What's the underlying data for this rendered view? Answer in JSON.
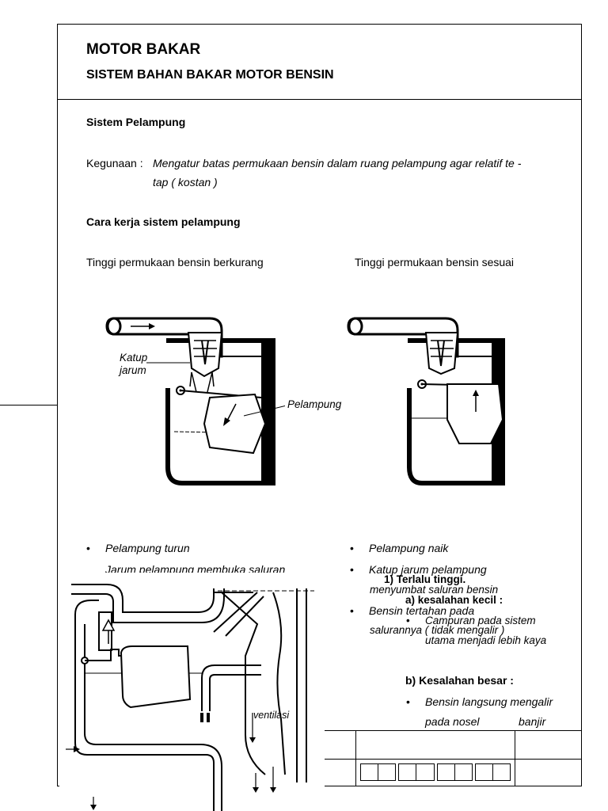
{
  "header": {
    "title": "MOTOR BAKAR",
    "subtitle": "SISTEM BAHAN BAKAR MOTOR BENSIN"
  },
  "section": {
    "heading": "Sistem Pelampung",
    "kegunaan_label": "Kegunaan :",
    "kegunaan_line1": "Mengatur batas permukaan bensin dalam ruang pelampung agar relatif te -",
    "kegunaan_line2": "tap ( kostan )",
    "cara_kerja": "Cara kerja sistem pelampung"
  },
  "left_column": {
    "caption": "Tinggi permukaan bensin berkurang",
    "label_katup_1": "Katup",
    "label_katup_2": "jarum",
    "label_pelampung": "Pelampung",
    "bullets": [
      "Pelampung turun",
      "Jarum pelampung membuka saluran"
    ]
  },
  "right_column": {
    "caption": "Tinggi permukaan bensin sesuai",
    "bullets": [
      "Pelampung naik",
      "Katup jarum pelampung",
      "Bensin tertahan pada"
    ]
  },
  "overlay": {
    "item1": "1)  Terlalu tinggi.",
    "menyumbat": "menyumbat saluran bensin",
    "item_a": "a)  kesalahan kecil :",
    "campuran": "Campuran pada sistem",
    "salurannya": "salurannya  ( tidak mengalir )",
    "utama": "utama menjadi lebih kaya",
    "item_b": "b)  Kesalahan besar :",
    "bensin_langsung": "Bensin langsung mengalir",
    "pada_nosel": "pada nosel",
    "banjir": "banjir",
    "ventilasi": "ventilasi"
  }
}
